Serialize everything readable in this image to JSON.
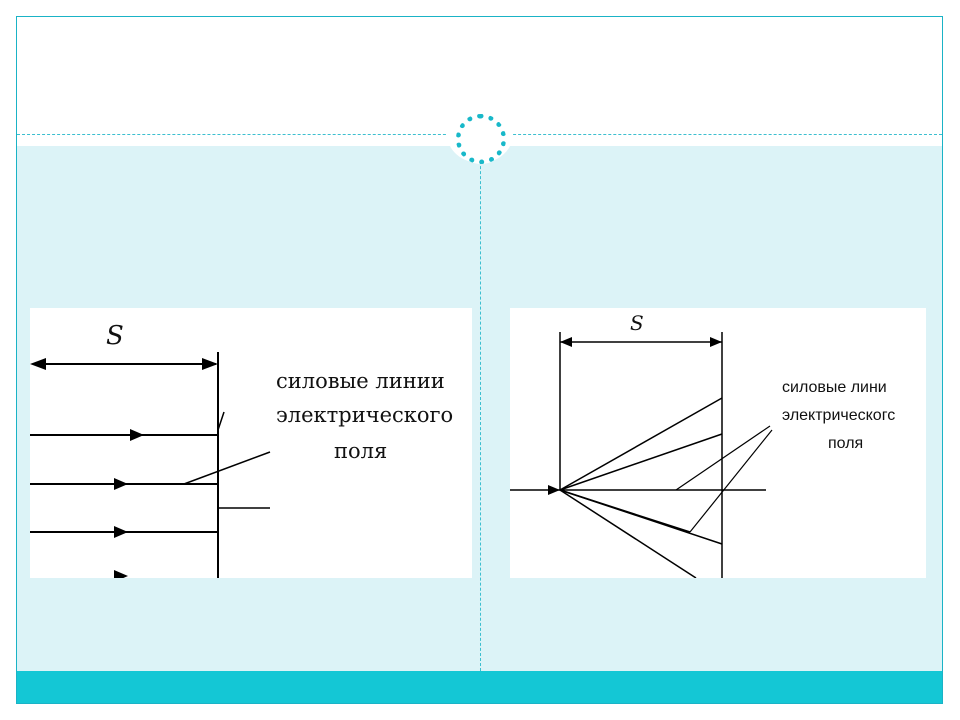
{
  "slide": {
    "accent_color": "#14c7d5",
    "content_background": "#dcf3f7",
    "ornament": "ring-icon"
  },
  "left_diagram": {
    "distance_label": "S",
    "caption_line1": "силовые линии",
    "caption_line2": "электрического",
    "caption_line3": "поля"
  },
  "right_diagram": {
    "distance_label": "S",
    "caption_line1": "силовые лини",
    "caption_line2": "электрическогс",
    "caption_line3": "поля"
  }
}
